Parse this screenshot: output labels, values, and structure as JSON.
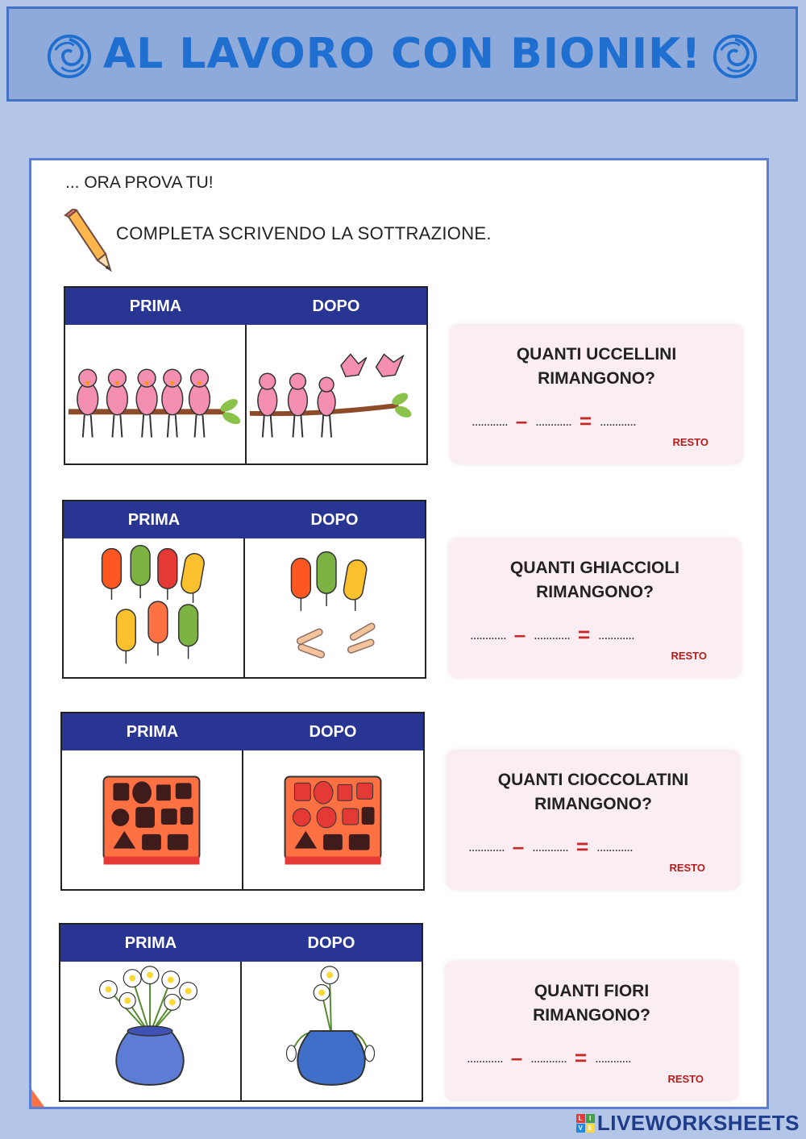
{
  "header": {
    "title": "AL LAVORO CON BIONIK!",
    "left_icon": "swirl-icon",
    "right_icon": "swirl-icon"
  },
  "intro": "... ORA PROVA TU!",
  "instruction": "COMPLETA SCRIVENDO LA SOTTRAZIONE.",
  "exercises": [
    {
      "before": "PRIMA",
      "after": "DOPO",
      "question_line1": "QUANTI UCCELLINI",
      "question_line2": "RIMANGONO?",
      "blank": "............",
      "minus": "–",
      "equals": "=",
      "resto": "RESTO"
    },
    {
      "before": "PRIMA",
      "after": "DOPO",
      "question_line1": "QUANTI GHIACCIOLI",
      "question_line2": "RIMANGONO?",
      "blank": "............",
      "minus": "–",
      "equals": "=",
      "resto": "RESTO"
    },
    {
      "before": "PRIMA",
      "after": "DOPO",
      "question_line1": "QUANTI CIOCCOLATINI",
      "question_line2": "RIMANGONO?",
      "blank": "............",
      "minus": "–",
      "equals": "=",
      "resto": "RESTO"
    },
    {
      "before": "PRIMA",
      "after": "DOPO",
      "question_line1": "QUANTI FIORI",
      "question_line2": "RIMANGONO?",
      "blank": "............",
      "minus": "–",
      "equals": "=",
      "resto": "RESTO"
    }
  ],
  "footer": {
    "brand": "LIVEWORKSHEETS"
  },
  "colors": {
    "header_bg": "#8eaadb",
    "title": "#1f6fd1",
    "table_head": "#283593",
    "answer_box": "#fbeef3",
    "operator": "#c62828"
  }
}
